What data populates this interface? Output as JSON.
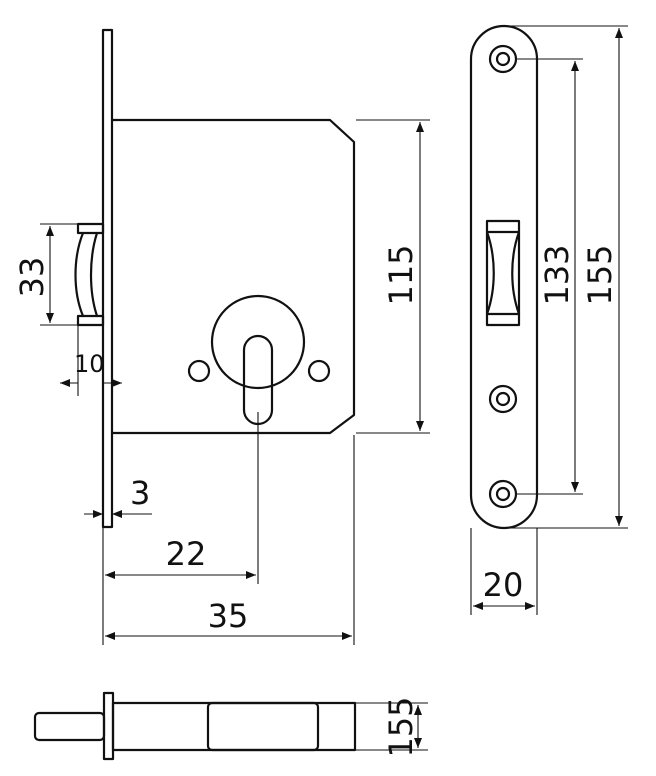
{
  "dimensions": {
    "front_height": "115",
    "latch_height": "33",
    "latch_projection": "10",
    "faceplate_thickness": "3",
    "backset": "22",
    "case_depth": "35",
    "faceplate_width": "20",
    "screw_spacing": "133",
    "faceplate_height": "155",
    "bottom_label": "155"
  }
}
